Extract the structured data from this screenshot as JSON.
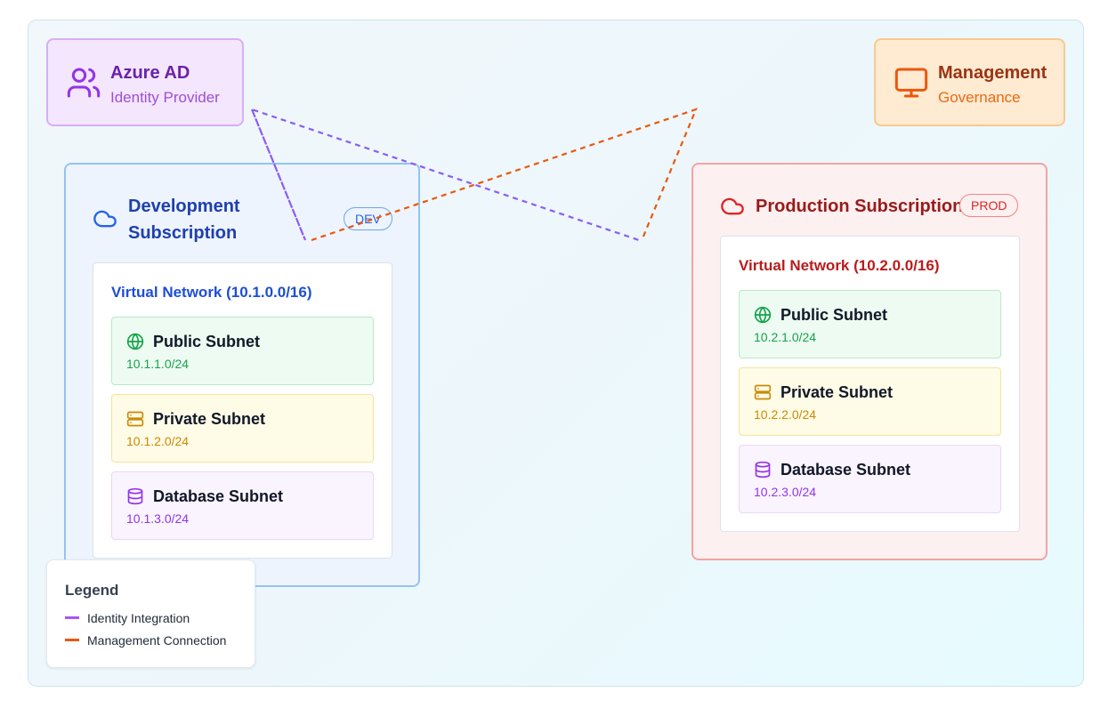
{
  "identity": {
    "title": "Azure AD",
    "subtitle": "Identity Provider",
    "icon": "users-icon",
    "color": "#9333ea"
  },
  "management": {
    "title": "Management",
    "subtitle": "Governance",
    "icon": "monitor-icon",
    "color": "#ea580c"
  },
  "subscriptions": [
    {
      "title": "Development Subscription",
      "badge": "DEV",
      "icon": "cloud-icon",
      "vnet": {
        "title": "Virtual Network (10.1.0.0/16)",
        "subnets": [
          {
            "name": "Public Subnet",
            "cidr": "10.1.1.0/24",
            "icon": "globe-icon"
          },
          {
            "name": "Private Subnet",
            "cidr": "10.1.2.0/24",
            "icon": "server-icon"
          },
          {
            "name": "Database Subnet",
            "cidr": "10.1.3.0/24",
            "icon": "database-icon"
          }
        ]
      }
    },
    {
      "title": "Production Subscription",
      "badge": "PROD",
      "icon": "cloud-icon",
      "vnet": {
        "title": "Virtual Network (10.2.0.0/16)",
        "subnets": [
          {
            "name": "Public Subnet",
            "cidr": "10.2.1.0/24",
            "icon": "globe-icon"
          },
          {
            "name": "Private Subnet",
            "cidr": "10.2.2.0/24",
            "icon": "server-icon"
          },
          {
            "name": "Database Subnet",
            "cidr": "10.2.3.0/24",
            "icon": "database-icon"
          }
        ]
      }
    }
  ],
  "legend": {
    "title": "Legend",
    "items": [
      {
        "label": "Identity Integration",
        "color": "#9333ea"
      },
      {
        "label": "Management Connection",
        "color": "#ea580c"
      }
    ]
  },
  "connections": {
    "identity_color": "#8b5cf6",
    "management_color": "#ea580c"
  }
}
